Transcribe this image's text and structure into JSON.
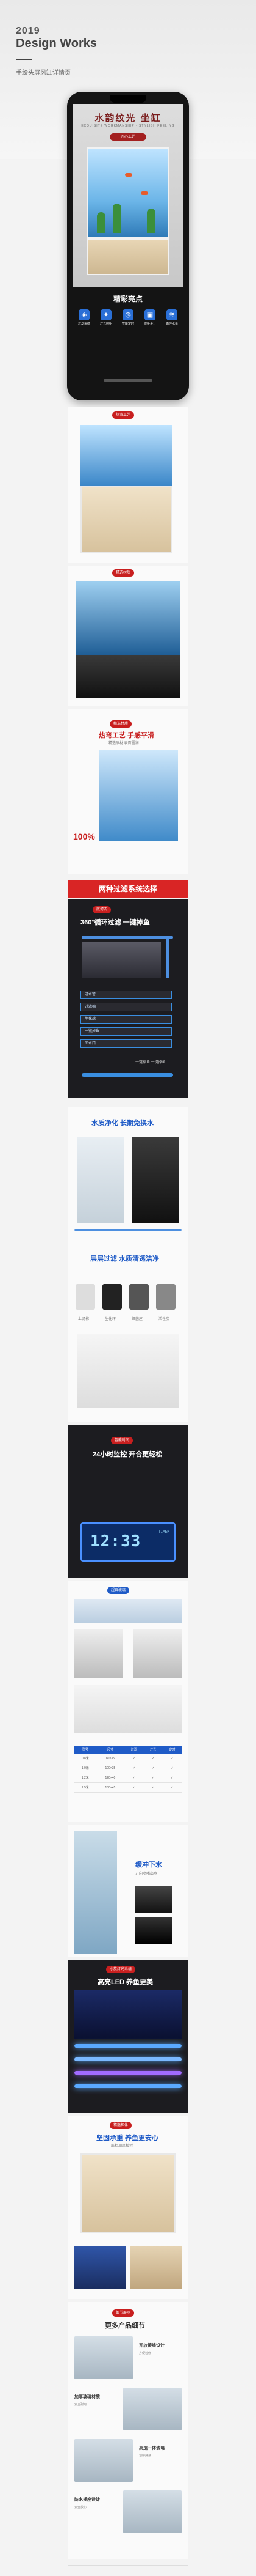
{
  "header": {
    "year": "2019",
    "title": "Design Works",
    "subtitle": "手绘头屏风缸详情页"
  },
  "phone": {
    "banner_title": "水韵纹光 坐缸",
    "banner_sub": "EXQUISITE WORKMANSHIP · STYLISH FEELING",
    "badge": "匠心工艺",
    "highlight": "精彩亮点",
    "icons": [
      {
        "name": "filter-icon",
        "glyph": "◈",
        "label": "过滤系统"
      },
      {
        "name": "light-icon",
        "glyph": "✦",
        "label": "灯光照明"
      },
      {
        "name": "timer-icon",
        "glyph": "◷",
        "label": "智能定时"
      },
      {
        "name": "cabinet-icon",
        "glyph": "▣",
        "label": "底柜设计"
      },
      {
        "name": "pump-icon",
        "glyph": "≋",
        "label": "循环水泵"
      }
    ]
  },
  "sections": {
    "s1_tag": "热弯工艺",
    "s2_tag": "精选材质",
    "s3_tag": "精选材质",
    "s3_title": "热弯工艺 手感平滑",
    "s3_desc": "精选原材 表面圆润",
    "s3_badge": "100%",
    "red_bar": "两种过滤系统选择",
    "s4_tag": "底滤式",
    "s4_title": "360°循环过滤 一键掉鱼",
    "s4_steps": [
      "进水管",
      "过滤棉",
      "生化球",
      "一键掉鱼",
      "回水口"
    ],
    "s4_note": "一键掉鱼 一键掉鱼",
    "s5_title": "水质净化 长期免换水",
    "s5_title2": "层层过滤 水质清透洁净",
    "s5_filters": [
      "上滤棉",
      "生化环",
      "细菌屋",
      "活性炭"
    ],
    "s6_tag": "智能时间",
    "s6_title": "24小时监控 开合更轻松",
    "s6_time": "12:33",
    "s6_label": "TIMER",
    "s7_tag": "超白玻璃",
    "s7_table_headers": [
      "型号",
      "尺寸",
      "过滤",
      "灯光",
      "定时"
    ],
    "s7_rows": [
      [
        "0.8米",
        "80×35",
        "✓",
        "✓",
        "✓"
      ],
      [
        "1.0米",
        "100×35",
        "✓",
        "✓",
        "✓"
      ],
      [
        "1.2米",
        "120×40",
        "✓",
        "✓",
        "✓"
      ],
      [
        "1.5米",
        "150×45",
        "✓",
        "✓",
        "✓"
      ]
    ],
    "s8_title": "缓冲下水",
    "s8_desc": "万向喷嘴出水",
    "s9_tag": "水族灯光系统",
    "s9_title": "高亮LED 养鱼更美",
    "s10_tag": "精选柜体",
    "s10_title": "坚固承重 养鱼更安心",
    "s10_desc": "底柜加厚板材",
    "s11_tag": "细节展示",
    "s11_title": "更多产品细节",
    "s11_items": [
      {
        "label": "开放接线设计",
        "sub": "方便检修"
      },
      {
        "label": "加厚玻璃材质",
        "sub": "安全耐用"
      },
      {
        "label": "高透一体玻璃",
        "sub": "视野通透"
      },
      {
        "label": "防水插座设计",
        "sub": "安全放心"
      }
    ]
  }
}
